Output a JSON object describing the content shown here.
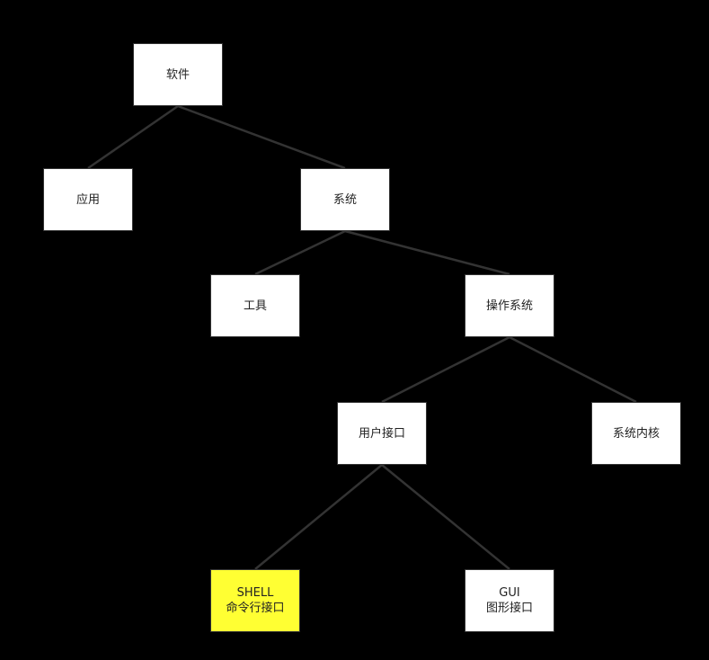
{
  "diagram": {
    "nodes": {
      "software": {
        "label": "软件"
      },
      "application": {
        "label": "应用"
      },
      "system": {
        "label": "系统"
      },
      "tools": {
        "label": "工具"
      },
      "os": {
        "label": "操作系统"
      },
      "user_interface": {
        "label": "用户接口"
      },
      "kernel": {
        "label": "系统内核"
      },
      "shell": {
        "line1": "SHELL",
        "line2": "命令行接口",
        "highlight_color": "#ffff33"
      },
      "gui": {
        "line1": "GUI",
        "line2": "图形接口"
      }
    },
    "edges": [
      [
        "software",
        "application"
      ],
      [
        "software",
        "system"
      ],
      [
        "system",
        "tools"
      ],
      [
        "system",
        "os"
      ],
      [
        "os",
        "user_interface"
      ],
      [
        "os",
        "kernel"
      ],
      [
        "user_interface",
        "shell"
      ],
      [
        "user_interface",
        "gui"
      ]
    ]
  }
}
